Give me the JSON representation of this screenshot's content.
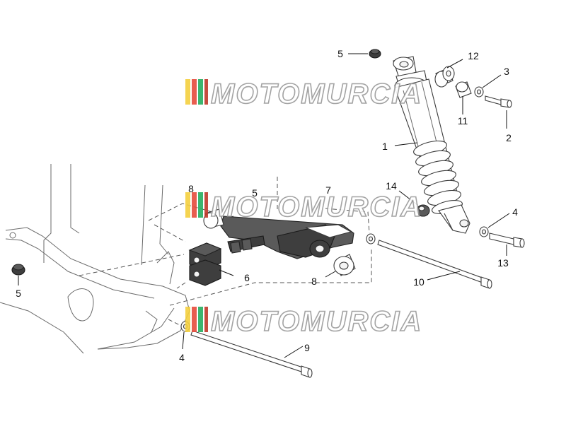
{
  "diagram": {
    "watermark": {
      "brand": "MOTOMURCIA",
      "stripe_colors": [
        "#f4d03f",
        "#e74c3c",
        "#27ae60",
        "#c0392b"
      ]
    },
    "callouts": [
      {
        "id": "c1",
        "text": "1"
      },
      {
        "id": "c2",
        "text": "2"
      },
      {
        "id": "c3",
        "text": "3"
      },
      {
        "id": "c4a",
        "text": "4"
      },
      {
        "id": "c4b",
        "text": "4"
      },
      {
        "id": "c5a",
        "text": "5"
      },
      {
        "id": "c5b",
        "text": "5"
      },
      {
        "id": "c5c",
        "text": "5"
      },
      {
        "id": "c6",
        "text": "6"
      },
      {
        "id": "c7",
        "text": "7"
      },
      {
        "id": "c8a",
        "text": "8"
      },
      {
        "id": "c8b",
        "text": "8"
      },
      {
        "id": "c9",
        "text": "9"
      },
      {
        "id": "c10",
        "text": "10"
      },
      {
        "id": "c11",
        "text": "11"
      },
      {
        "id": "c12",
        "text": "12"
      },
      {
        "id": "c13",
        "text": "13"
      },
      {
        "id": "c14",
        "text": "14"
      }
    ]
  }
}
